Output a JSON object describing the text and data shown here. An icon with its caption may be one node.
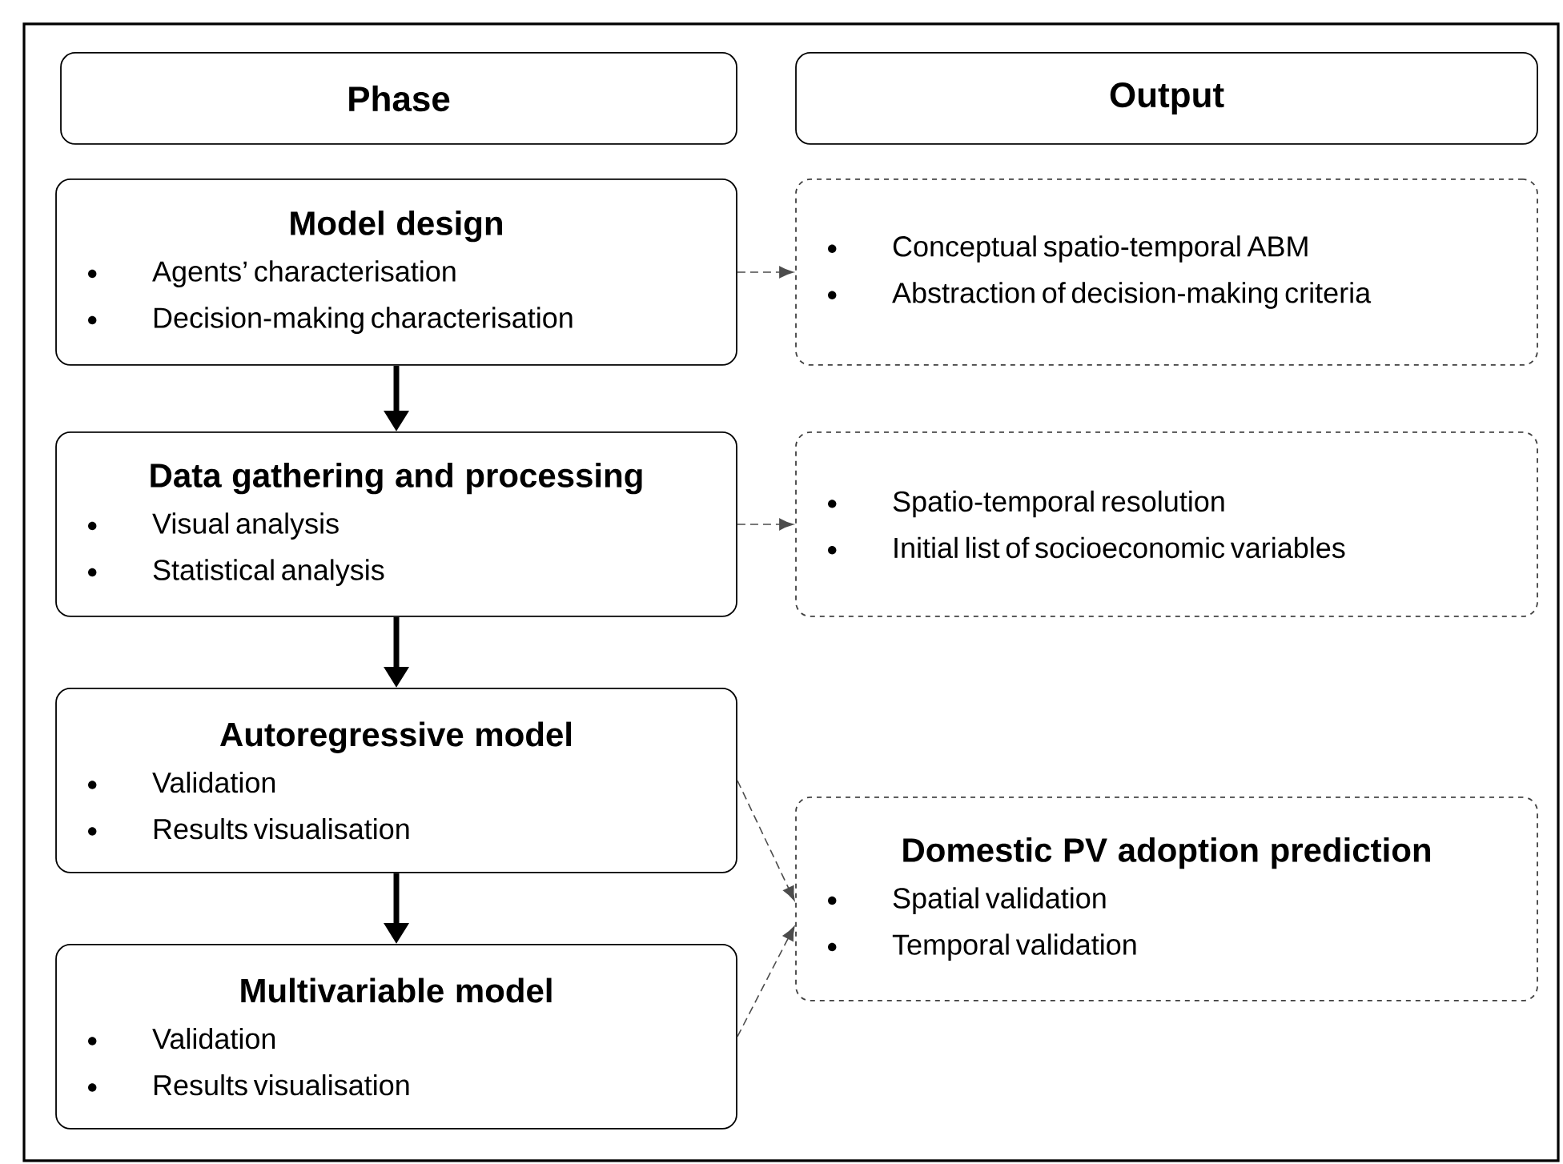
{
  "diagram": {
    "nodes": [
      {
        "text": [
          "Phase"
        ]
      },
      {
        "text": [
          "Output"
        ]
      },
      {
        "text": [
          "Model design",
          "Agents’ characterisation",
          "Decision-making characterisation"
        ]
      },
      {
        "text": [
          "Conceptual spatio-temporal ABM",
          "Abstraction of decision-making criteria"
        ]
      },
      {
        "text": [
          "Data gathering and processing",
          "Visual analysis",
          "Statistical analysis"
        ]
      },
      {
        "text": [
          "Spatio-temporal resolution",
          "Initial list of socioeconomic variables"
        ]
      },
      {
        "text": [
          "Autoregressive model",
          "Validation",
          "Results visualisation"
        ]
      },
      {
        "text": [
          "Multivariable model",
          "Validation",
          "Results visualisation"
        ]
      },
      {
        "text": [
          "Domestic PV adoption prediction",
          "Spatial validation",
          "Temporal validation"
        ]
      }
    ],
    "edges": [
      {
        "from": 2,
        "to": 3,
        "arrow": "to",
        "style": "dashed"
      },
      {
        "from": 2,
        "to": 4,
        "arrow": "to",
        "style": "thick"
      },
      {
        "from": 4,
        "to": 5,
        "arrow": "to",
        "style": "dashed"
      },
      {
        "from": 4,
        "to": 6,
        "arrow": "to",
        "style": "thick"
      },
      {
        "from": 6,
        "to": 7,
        "arrow": "to",
        "style": "thick"
      },
      {
        "from": 6,
        "to": 8,
        "arrow": "to",
        "style": "dashed"
      },
      {
        "from": 7,
        "to": 8,
        "arrow": "to",
        "style": "dashed"
      }
    ]
  }
}
